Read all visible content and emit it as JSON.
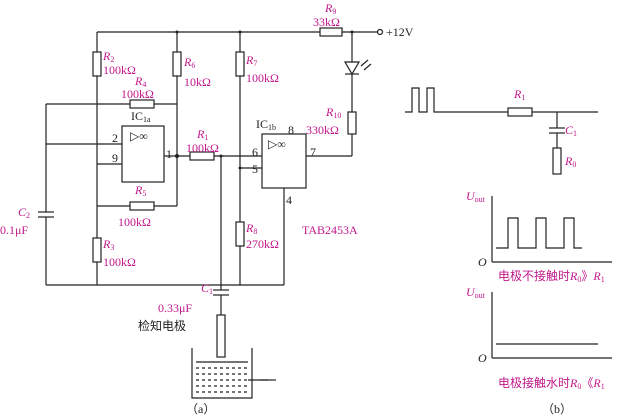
{
  "diagram": {
    "part_a_caption": "（a）",
    "part_b_caption": "（b）",
    "supply": "+12V",
    "ic1a": {
      "name": "IC",
      "sub": "1a",
      "pin_inv": "2",
      "pin_noninv": "9",
      "pin_out": "1",
      "sym": "▷∞"
    },
    "ic1b": {
      "name": "IC",
      "sub": "1b",
      "pin_inv": "6",
      "pin_noninv": "5",
      "pin_out": "7",
      "pin_top": "8",
      "pin_bottom": "4",
      "sym": "▷∞"
    },
    "chip": "TAB2453A",
    "electrode_label": "检知电极",
    "components": {
      "R2": {
        "name": "R",
        "sub": "2",
        "value": "100kΩ"
      },
      "R4": {
        "name": "R",
        "sub": "4",
        "value": "100kΩ"
      },
      "R6": {
        "name": "R",
        "sub": "6",
        "value": "10kΩ"
      },
      "R7": {
        "name": "R",
        "sub": "7",
        "value": "100kΩ"
      },
      "R9": {
        "name": "R",
        "sub": "9",
        "value": "33kΩ"
      },
      "R10": {
        "name": "R",
        "sub": "10",
        "value": "330kΩ"
      },
      "R1a": {
        "name": "R",
        "sub": "1",
        "value": "100kΩ"
      },
      "R5": {
        "name": "R",
        "sub": "5",
        "value": "100kΩ"
      },
      "R3": {
        "name": "R",
        "sub": "3",
        "value": "100kΩ"
      },
      "R8": {
        "name": "R",
        "sub": "8",
        "value": "270kΩ"
      },
      "C2": {
        "name": "C",
        "sub": "2",
        "value": "0.1μF"
      },
      "C1": {
        "name": "C",
        "sub": "1",
        "value": "0.33μF"
      }
    },
    "part_b": {
      "R1": {
        "name": "R",
        "sub": "1"
      },
      "C1": {
        "name": "C",
        "sub": "1"
      },
      "R0": {
        "name": "R",
        "sub": "0"
      },
      "uout": {
        "name": "U",
        "sub": "out"
      },
      "origin": "O",
      "caption_top_text": "电极不接触时",
      "caption_top_rel": "R",
      "caption_top_rel_sub": "0",
      "caption_top_op": "》",
      "caption_top_r": "R",
      "caption_top_r_sub": "1",
      "caption_bottom_text": "电极接触水时",
      "caption_bottom_rel": "R",
      "caption_bottom_rel_sub": "0",
      "caption_bottom_op": "《",
      "caption_bottom_r": "R",
      "caption_bottom_r_sub": "1"
    }
  }
}
